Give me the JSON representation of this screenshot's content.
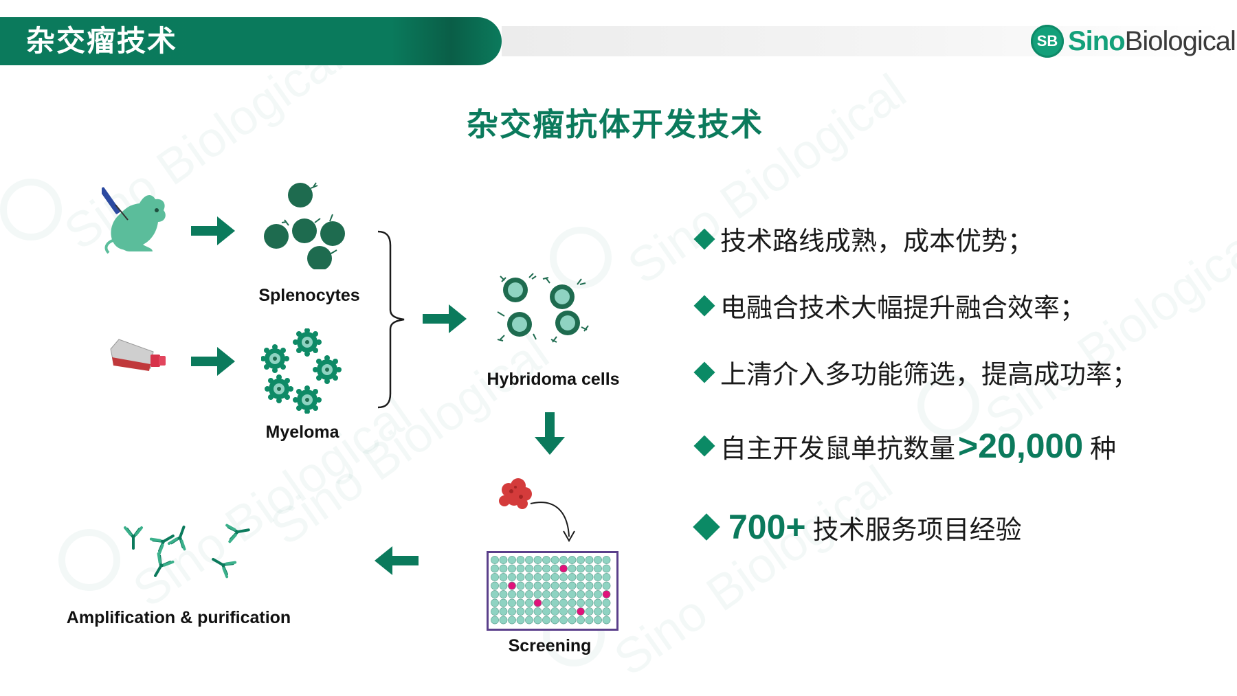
{
  "header": {
    "title": "杂交瘤技术"
  },
  "logo": {
    "badge": "SB",
    "brand_sino": "Sino",
    "brand_bio": "Biological"
  },
  "main_title": "杂交瘤抗体开发技术",
  "diagram": {
    "splenocytes_label": "Splenocytes",
    "myeloma_label": "Myeloma",
    "hybridoma_label": "Hybridoma cells",
    "screening_label": "Screening",
    "amplification_label": "Amplification & purification"
  },
  "bullets": [
    {
      "text": "技术路线成熟，成本优势；"
    },
    {
      "text": "电融合技术大幅提升融合效率；"
    },
    {
      "text": "上清介入多功能筛选，提高成功率；"
    },
    {
      "prefix": "自主开发鼠单抗数量",
      "highlight": ">20,000",
      "suffix": "种"
    },
    {
      "highlight": "700+",
      "suffix": "技术服务项目经验"
    }
  ],
  "colors": {
    "brand_green": "#0b7a5c",
    "cell_dark": "#1e6b4f",
    "cell_light": "#8fd3c2",
    "plate_positive": "#e0127a",
    "antigen_red": "#d43b3b"
  }
}
